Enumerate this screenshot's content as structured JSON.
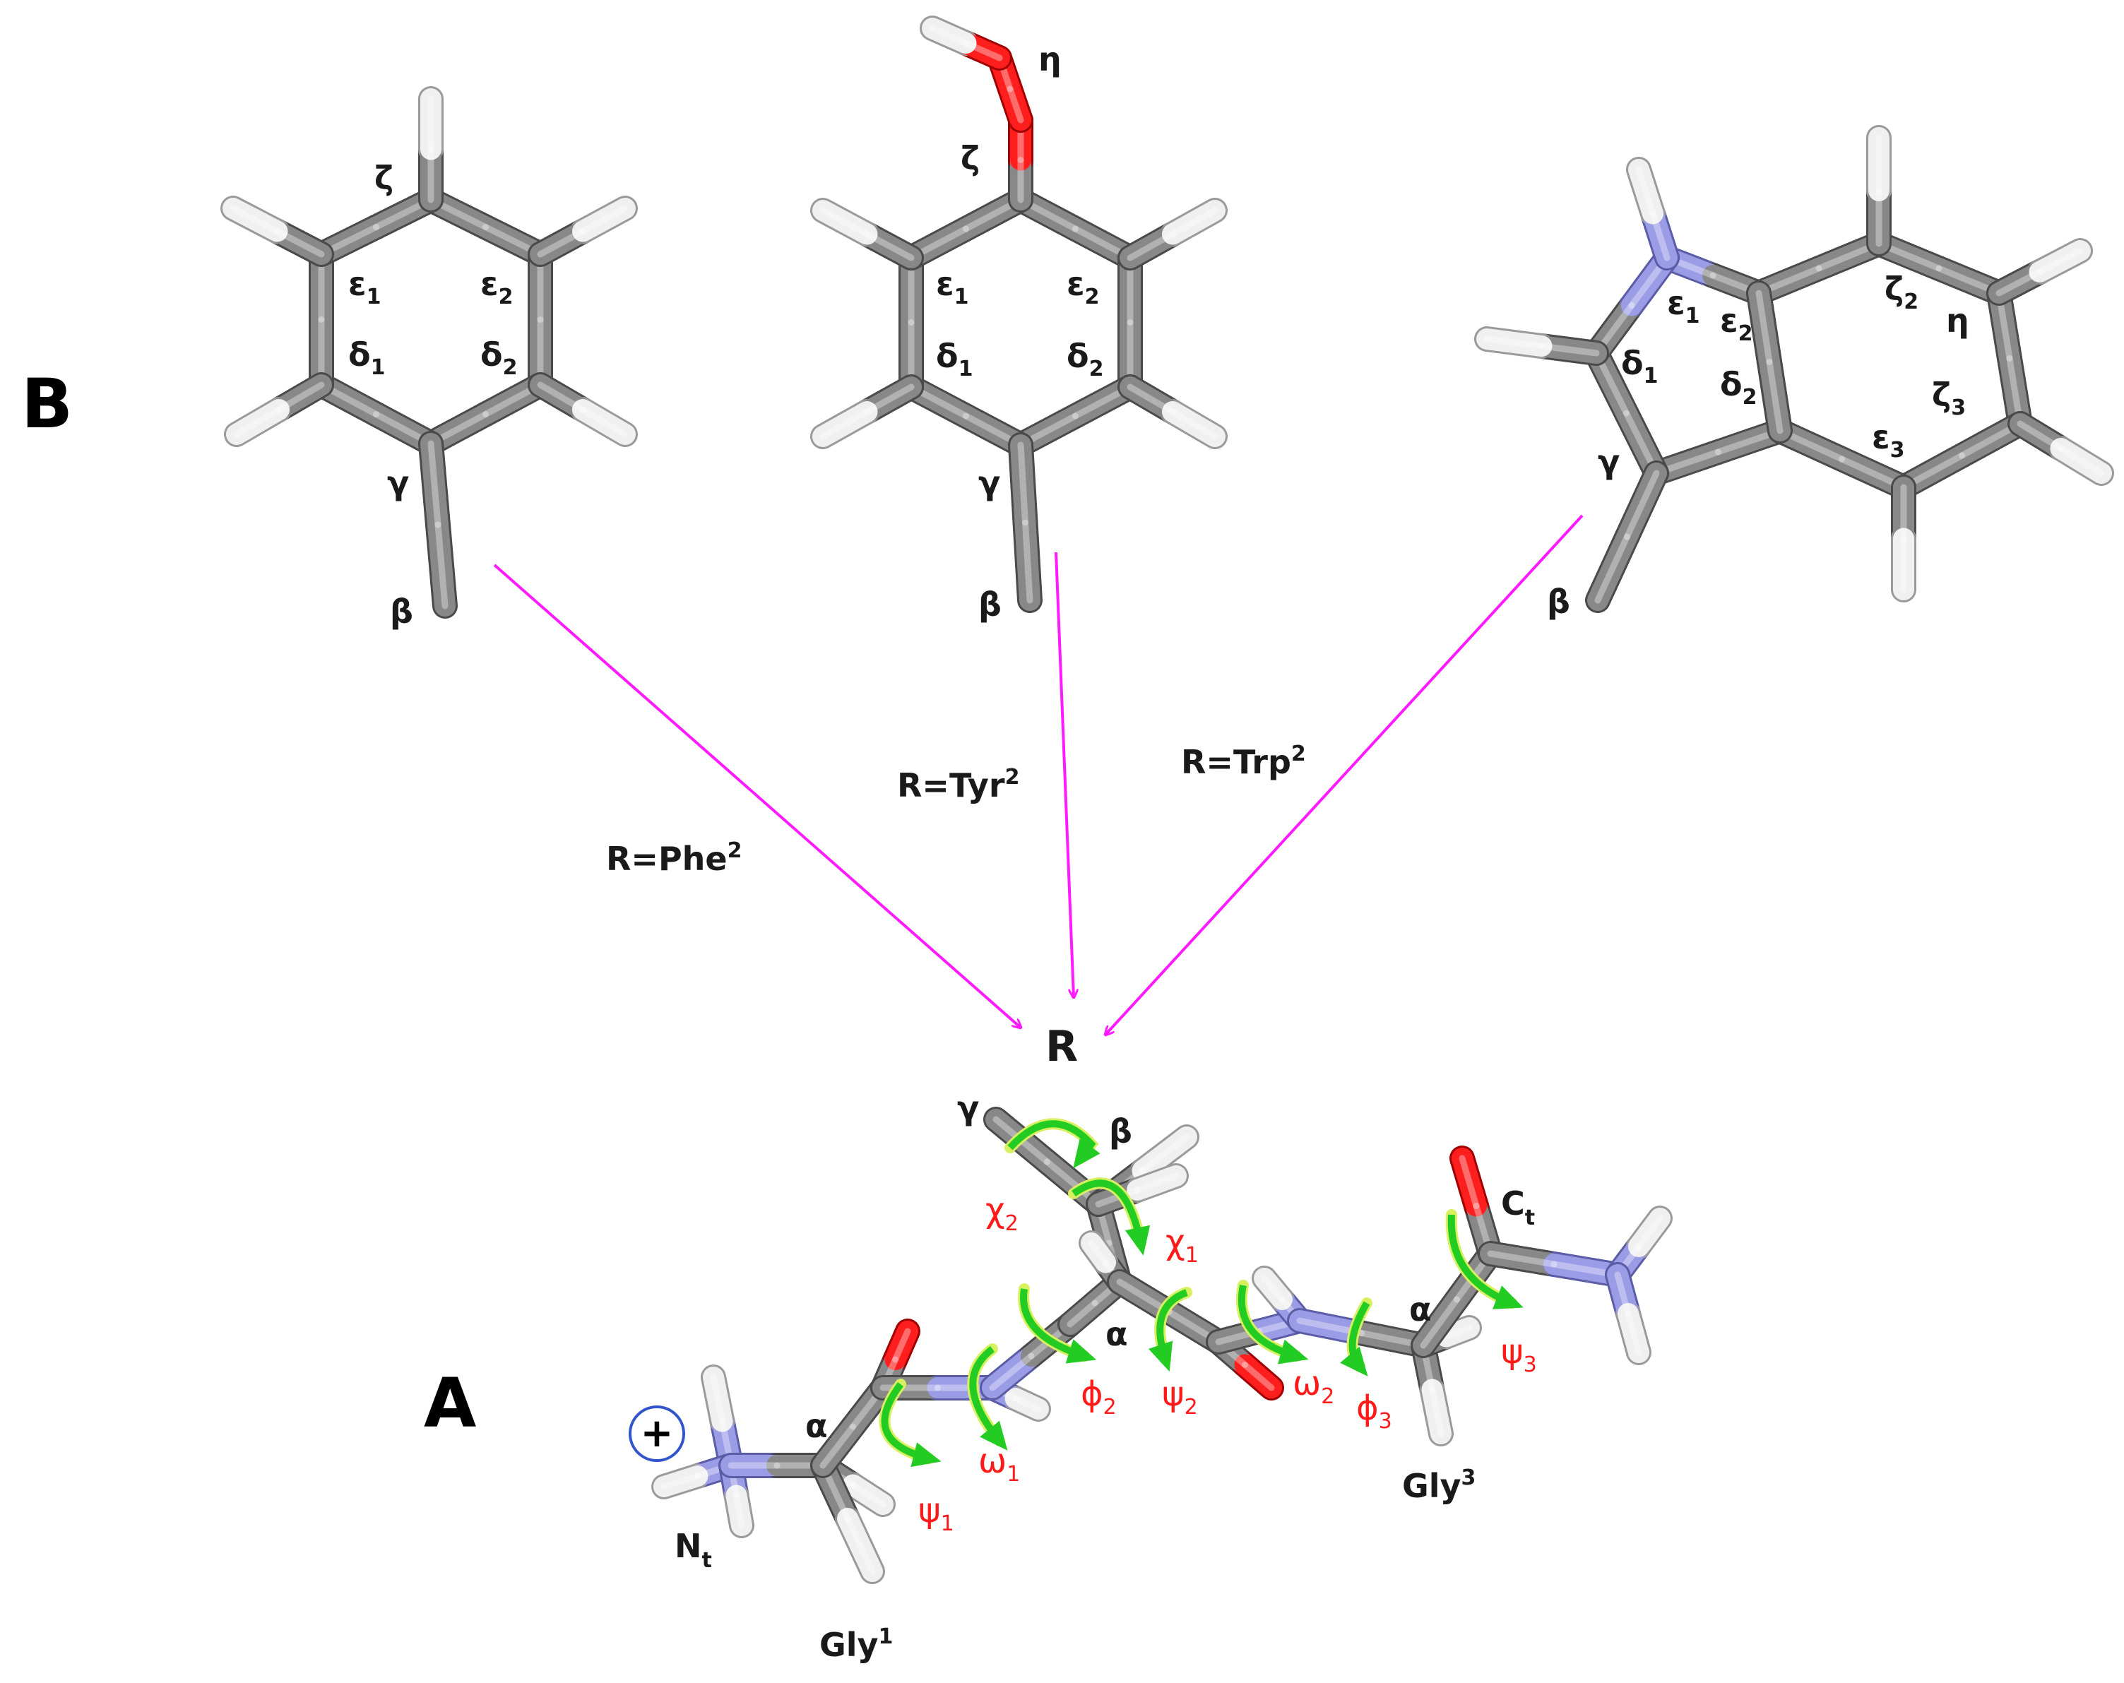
{
  "panels": {
    "a": "A",
    "b": "B"
  },
  "colors": {
    "carbon": "#888888",
    "nitrogen": "#9a9ce6",
    "oxygen": "#ff1e1e",
    "hydrogen": "#f0f0f0",
    "arrow": "#ff1aff",
    "torsion_arrow": "#22cc22",
    "torsion_label": "#ff1a1a"
  },
  "phe": {
    "zeta": "ζ",
    "eps1": "ε",
    "eps1_sub": "1",
    "eps2": "ε",
    "eps2_sub": "2",
    "delta1": "δ",
    "delta1_sub": "1",
    "delta2": "δ",
    "delta2_sub": "2",
    "gamma": "γ",
    "beta": "β",
    "arrow_label": "R=Phe",
    "arrow_label_sup": "2"
  },
  "tyr": {
    "eta": "η",
    "zeta": "ζ",
    "eps1": "ε",
    "eps1_sub": "1",
    "eps2": "ε",
    "eps2_sub": "2",
    "delta1": "δ",
    "delta1_sub": "1",
    "delta2": "δ",
    "delta2_sub": "2",
    "gamma": "γ",
    "beta": "β",
    "arrow_label": "R=Tyr",
    "arrow_label_sup": "2"
  },
  "trp": {
    "eps1": "ε",
    "eps1_sub": "1",
    "eps2": "ε",
    "eps2_sub": "2",
    "zeta2": "ζ",
    "zeta2_sub": "2",
    "eta": "η",
    "delta1": "δ",
    "delta1_sub": "1",
    "delta2": "δ",
    "delta2_sub": "2",
    "zeta3": "ζ",
    "zeta3_sub": "3",
    "eps3": "ε",
    "eps3_sub": "3",
    "gamma": "γ",
    "beta": "β",
    "arrow_label": "R=Trp",
    "arrow_label_sup": "2"
  },
  "peptide": {
    "r": "R",
    "gamma": "γ",
    "beta": "β",
    "alpha2": "α",
    "alpha1": "α",
    "alpha3": "α",
    "ct": "C",
    "ct_sub": "t",
    "nt": "N",
    "nt_sub": "t",
    "gly1": "Gly",
    "gly1_sup": "1",
    "gly3": "Gly",
    "gly3_sup": "3",
    "charge": "+",
    "chi2": "χ",
    "chi2_sub": "2",
    "chi1": "χ",
    "chi1_sub": "1",
    "phi2": "ϕ",
    "phi2_sub": "2",
    "psi2": "ψ",
    "psi2_sub": "2",
    "omega2": "ω",
    "omega2_sub": "2",
    "phi3": "ϕ",
    "phi3_sub": "3",
    "psi3": "ψ",
    "psi3_sub": "3",
    "omega1": "ω",
    "omega1_sub": "1",
    "psi1": "ψ",
    "psi1_sub": "1"
  }
}
